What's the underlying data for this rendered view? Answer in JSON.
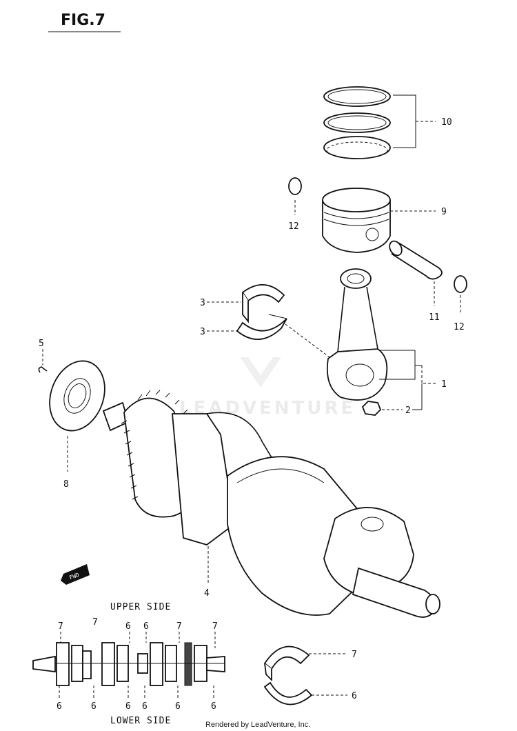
{
  "figure_title": "FIG.7",
  "watermark": "LEADVENTURE",
  "credit": "Rendered by LeadVenture, Inc.",
  "direction_arrow": "FWD",
  "callouts": {
    "c1": "1",
    "c2": "2",
    "c3a": "3",
    "c3b": "3",
    "c4": "4",
    "c5": "5",
    "c6": "6",
    "c7": "7",
    "c8": "8",
    "c9": "9",
    "c10": "10",
    "c11": "11",
    "c12a": "12",
    "c12b": "12"
  },
  "bearing_diagram": {
    "upper_caption": "UPPER SIDE",
    "lower_caption": "LOWER SIDE",
    "upper_labels": [
      "7",
      "7",
      "6",
      "6",
      "7",
      "7"
    ],
    "lower_labels": [
      "6",
      "6",
      "6",
      "6",
      "6",
      "6"
    ]
  }
}
